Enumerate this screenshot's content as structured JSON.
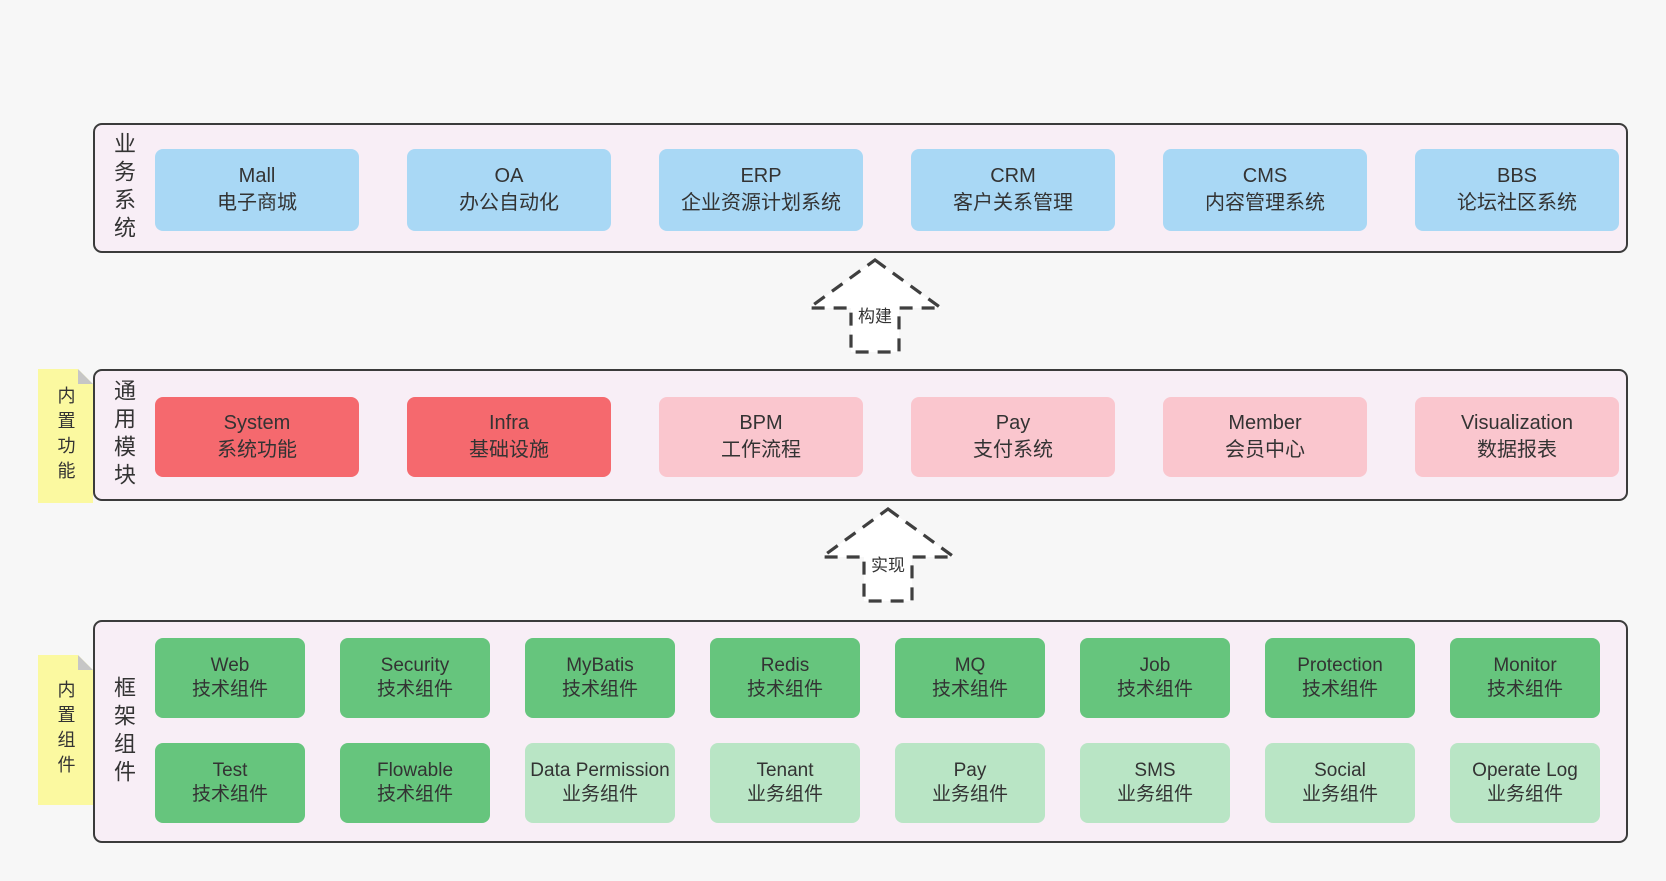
{
  "diagram": {
    "background": "#f7f7f7",
    "band_fill": "#f8eef6",
    "band_border": "#3b3b3b",
    "colors": {
      "blue": "#a9d8f5",
      "red": "#f5696e",
      "pink": "#fac6ce",
      "green": "#66c57d",
      "green_light": "#b9e5c5",
      "sticky_yellow": "#fbf9a0",
      "sticky_fold_gray": "#c6c6c6",
      "text": "#333333"
    }
  },
  "arrows": [
    {
      "label": "构建"
    },
    {
      "label": "实现"
    }
  ],
  "bands": [
    {
      "label": "业务系统",
      "boxes": [
        {
          "name": "Mall",
          "subtitle": "电子商城",
          "variant": "blue"
        },
        {
          "name": "OA",
          "subtitle": "办公自动化",
          "variant": "blue"
        },
        {
          "name": "ERP",
          "subtitle": "企业资源计划系统",
          "variant": "blue"
        },
        {
          "name": "CRM",
          "subtitle": "客户关系管理",
          "variant": "blue"
        },
        {
          "name": "CMS",
          "subtitle": "内容管理系统",
          "variant": "blue"
        },
        {
          "name": "BBS",
          "subtitle": "论坛社区系统",
          "variant": "blue"
        }
      ]
    },
    {
      "label": "通用模块",
      "sticky": "内置功能",
      "boxes": [
        {
          "name": "System",
          "subtitle": "系统功能",
          "variant": "red"
        },
        {
          "name": "Infra",
          "subtitle": "基础设施",
          "variant": "red"
        },
        {
          "name": "BPM",
          "subtitle": "工作流程",
          "variant": "pink"
        },
        {
          "name": "Pay",
          "subtitle": "支付系统",
          "variant": "pink"
        },
        {
          "name": "Member",
          "subtitle": "会员中心",
          "variant": "pink"
        },
        {
          "name": "Visualization",
          "subtitle": "数据报表",
          "variant": "pink"
        }
      ]
    },
    {
      "label": "框架组件",
      "sticky": "内置组件",
      "rows": [
        [
          {
            "name": "Web",
            "subtitle": "技术组件",
            "variant": "green"
          },
          {
            "name": "Security",
            "subtitle": "技术组件",
            "variant": "green"
          },
          {
            "name": "MyBatis",
            "subtitle": "技术组件",
            "variant": "green"
          },
          {
            "name": "Redis",
            "subtitle": "技术组件",
            "variant": "green"
          },
          {
            "name": "MQ",
            "subtitle": "技术组件",
            "variant": "green"
          },
          {
            "name": "Job",
            "subtitle": "技术组件",
            "variant": "green"
          },
          {
            "name": "Protection",
            "subtitle": "技术组件",
            "variant": "green"
          },
          {
            "name": "Monitor",
            "subtitle": "技术组件",
            "variant": "green"
          }
        ],
        [
          {
            "name": "Test",
            "subtitle": "技术组件",
            "variant": "green"
          },
          {
            "name": "Flowable",
            "subtitle": "技术组件",
            "variant": "green"
          },
          {
            "name": "Data Permission",
            "subtitle": "业务组件",
            "variant": "green-light"
          },
          {
            "name": "Tenant",
            "subtitle": "业务组件",
            "variant": "green-light"
          },
          {
            "name": "Pay",
            "subtitle": "业务组件",
            "variant": "green-light"
          },
          {
            "name": "SMS",
            "subtitle": "业务组件",
            "variant": "green-light"
          },
          {
            "name": "Social",
            "subtitle": "业务组件",
            "variant": "green-light"
          },
          {
            "name": "Operate Log",
            "subtitle": "业务组件",
            "variant": "green-light"
          }
        ]
      ]
    }
  ]
}
